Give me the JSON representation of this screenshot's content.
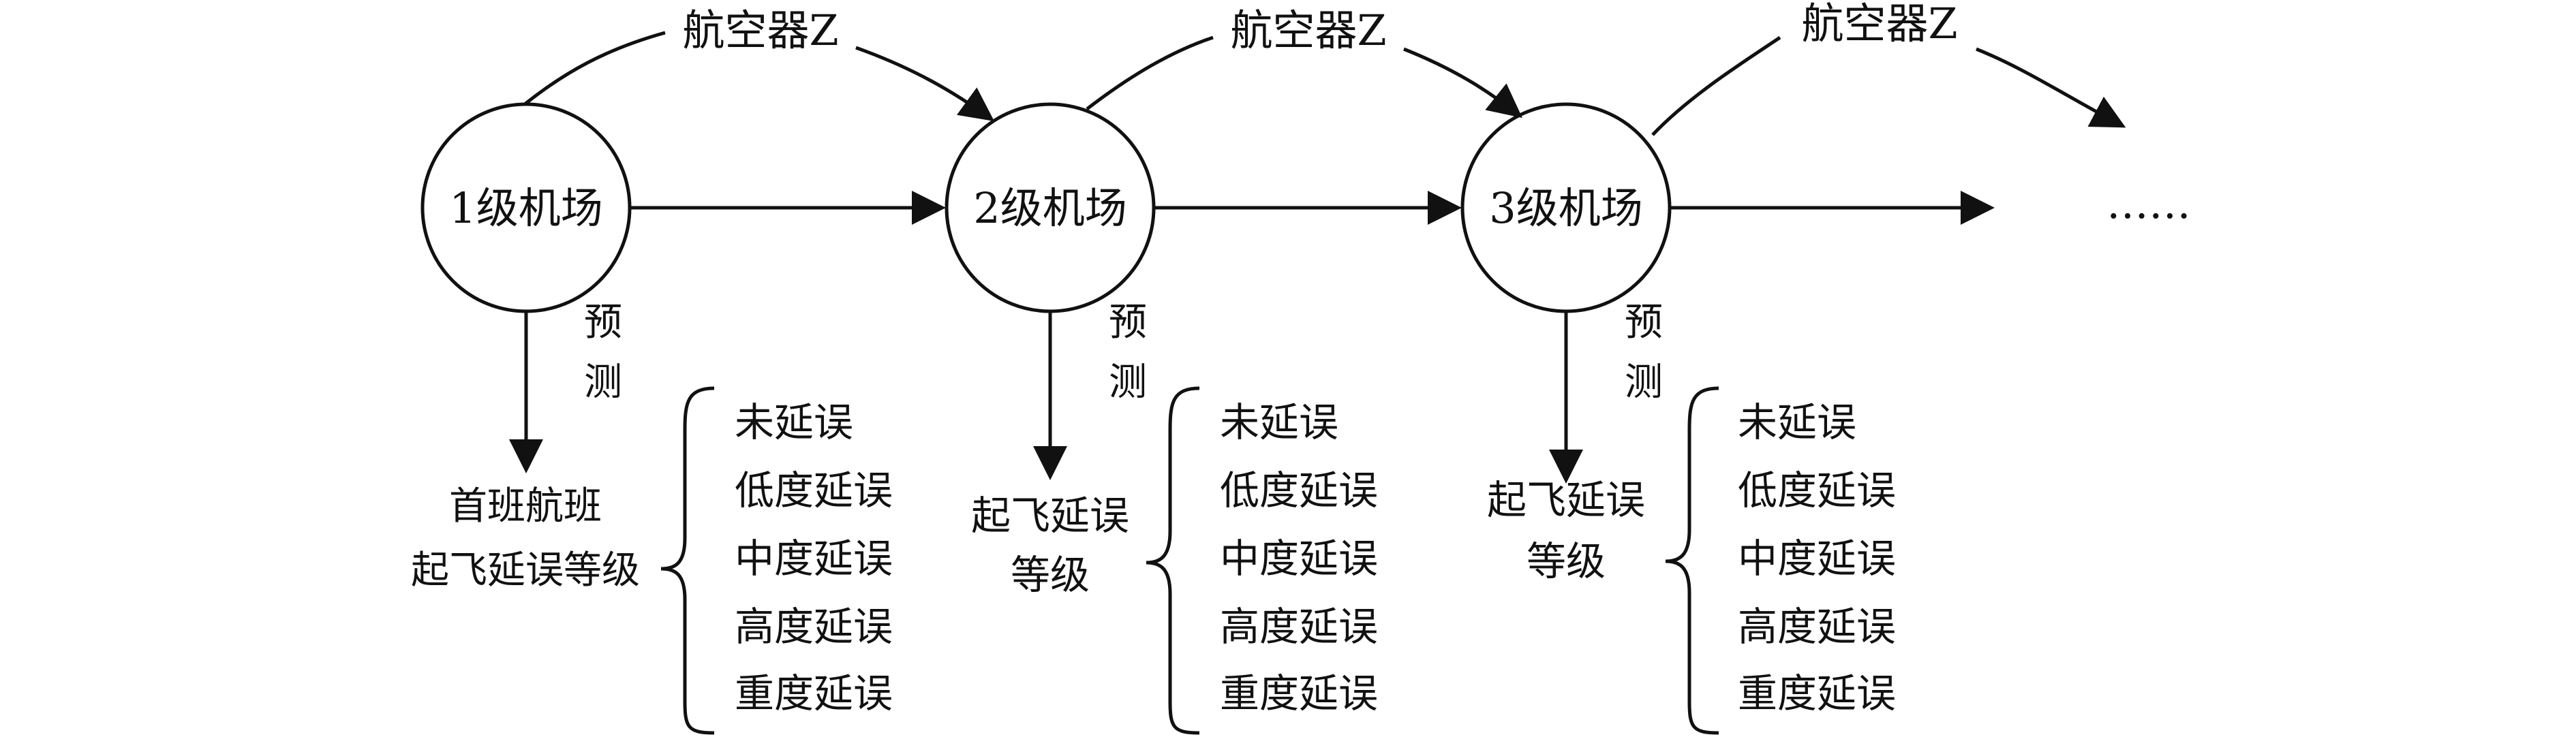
{
  "aircraft_label": "航空器Z",
  "prediction_label": [
    "预",
    "测"
  ],
  "ellipsis": "……",
  "airports": [
    {
      "label": "1级机场",
      "output_lines": [
        "首班航班",
        "起飞延误等级"
      ]
    },
    {
      "label": "2级机场",
      "output_lines": [
        "起飞延误",
        "等级"
      ]
    },
    {
      "label": "3级机场",
      "output_lines": [
        "起飞延误",
        "等级"
      ]
    }
  ],
  "delay_levels": [
    "未延误",
    "低度延误",
    "中度延误",
    "高度延误",
    "重度延误"
  ]
}
